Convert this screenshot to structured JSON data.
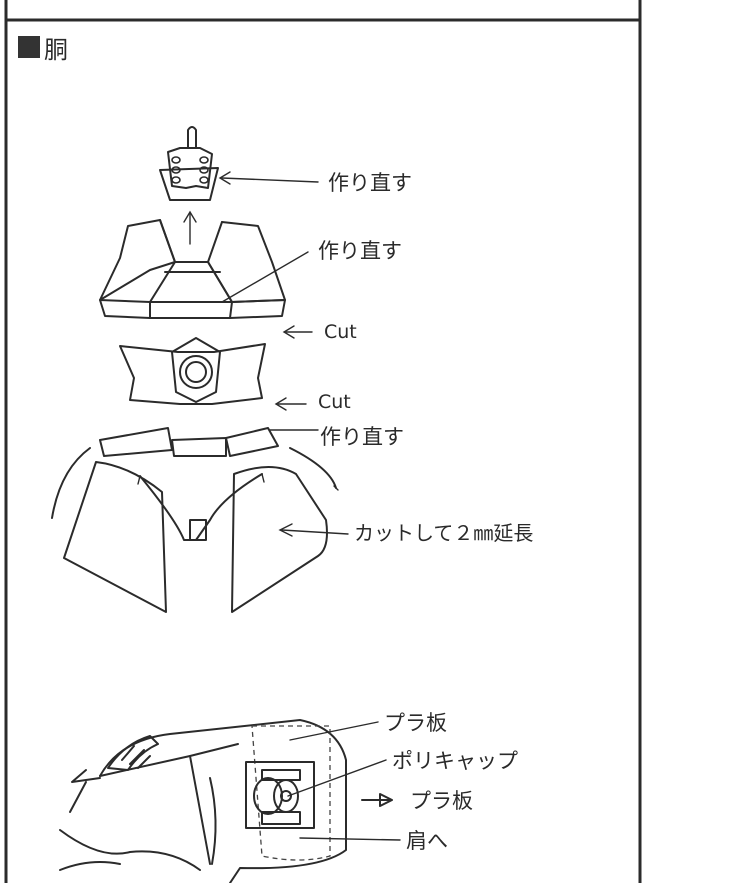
{
  "section": {
    "marker": "■",
    "title": "胴"
  },
  "annotations": {
    "remake_1": "作り直す",
    "remake_2": "作り直す",
    "cut_1": "Cut",
    "cut_2": "Cut",
    "remake_3": "作り直す",
    "extend": "カットして２㎜延長"
  },
  "shoulder_callouts": {
    "plastic_plate_1": "プラ板",
    "poly_cap": "ポリキャップ",
    "plastic_plate_2": "プラ板",
    "to_shoulder": "肩へ"
  }
}
